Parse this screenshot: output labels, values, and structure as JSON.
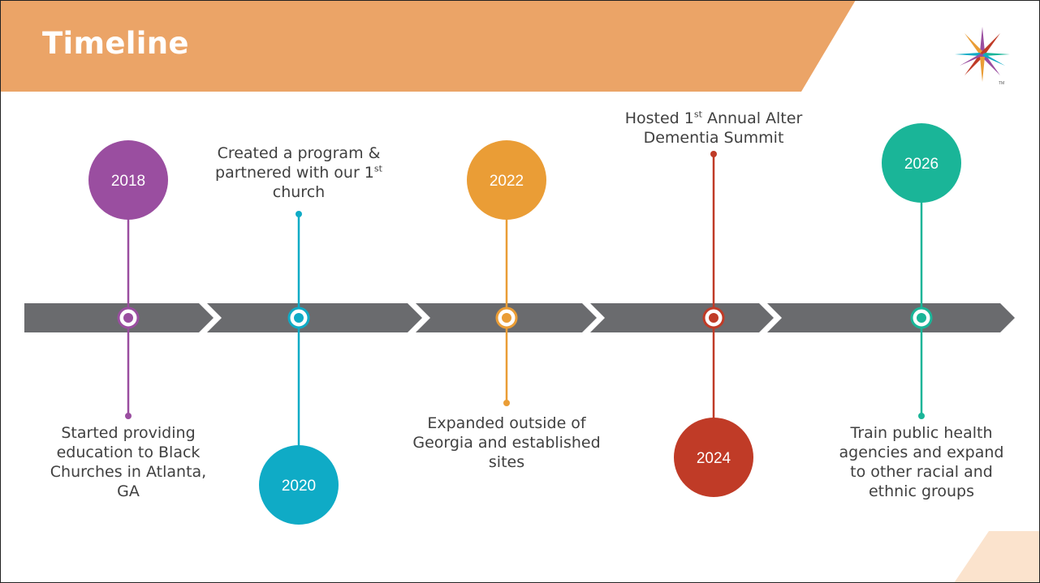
{
  "title": "Timeline",
  "colors": {
    "header": "#eba467",
    "corner": "#fbe3cd",
    "arrow": "#6a6b6e",
    "purple": "#9a4ea0",
    "blue": "#0fabc6",
    "orange": "#ea9d36",
    "red": "#c03b27",
    "teal": "#1ab598"
  },
  "logo": {
    "icon": "starburst-logo",
    "mark": "TM"
  },
  "milestones": [
    {
      "year": "2018",
      "text": [
        "Started providing",
        "education to Black",
        "Churches in Atlanta,",
        "GA"
      ],
      "color": "purple"
    },
    {
      "year": "2020",
      "text_parts": {
        "line1": "Created a program &",
        "line2": "partnered with our 1",
        "line2_sup": "st",
        "line3": "church"
      },
      "color": "blue"
    },
    {
      "year": "2022",
      "text": [
        "Expanded outside of",
        "Georgia and established",
        "sites"
      ],
      "color": "orange"
    },
    {
      "year": "2024",
      "text_parts": {
        "line1": "Hosted 1",
        "line1_sup": "st",
        "line1_rest": " Annual Alter",
        "line2": "Dementia Summit"
      },
      "color": "red"
    },
    {
      "year": "2026",
      "text": [
        "Train public health",
        "agencies and expand",
        "to other racial and",
        "ethnic groups"
      ],
      "color": "teal"
    }
  ]
}
